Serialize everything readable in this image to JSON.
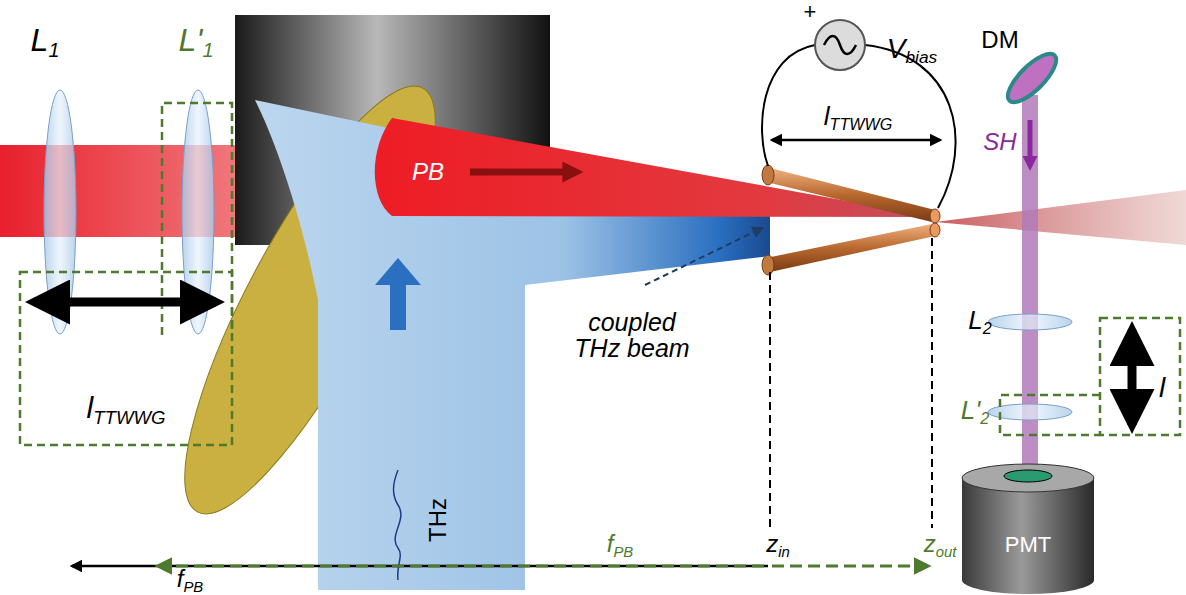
{
  "diagram": {
    "nodes": [
      {
        "text": [
          "PMT"
        ]
      }
    ],
    "edges": [],
    "labels": [
      "L1",
      "L'1",
      "lTTWWG",
      "PB",
      "THz",
      "coupled THz beam",
      "lTTWWG",
      "+",
      "Vbias",
      "DM",
      "SH",
      "L2",
      "L'2",
      "l",
      "fPB",
      "fPB",
      "zin",
      "zout"
    ]
  }
}
